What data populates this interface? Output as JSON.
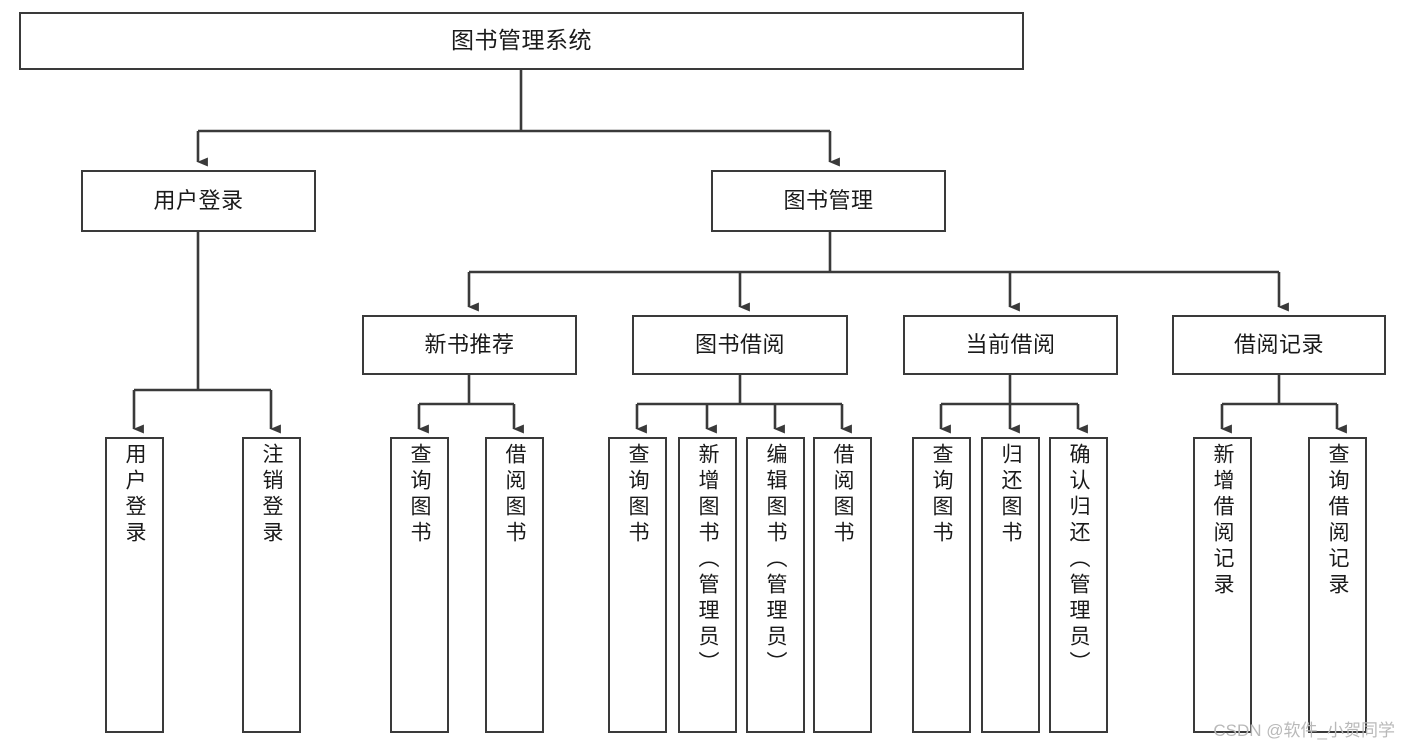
{
  "diagram": {
    "type": "tree-hierarchy",
    "title": "图书管理系统",
    "watermark": "CSDN @软件_小贺同学",
    "colors": {
      "stroke": "#3a3a3a",
      "fill": "#ffffff",
      "text": "#1a1a1a",
      "watermark": "#b9b9b9"
    },
    "nodes": {
      "root": {
        "label": "图书管理系统",
        "orientation": "horizontal"
      },
      "level2": [
        {
          "id": "user-login",
          "label": "用户登录",
          "orientation": "horizontal"
        },
        {
          "id": "book-manage",
          "label": "图书管理",
          "orientation": "horizontal"
        }
      ],
      "level3": [
        {
          "id": "new-book-recommend",
          "label": "新书推荐",
          "orientation": "horizontal"
        },
        {
          "id": "book-borrow",
          "label": "图书借阅",
          "orientation": "horizontal"
        },
        {
          "id": "current-borrow",
          "label": "当前借阅",
          "orientation": "horizontal"
        },
        {
          "id": "borrow-record",
          "label": "借阅记录",
          "orientation": "horizontal"
        }
      ],
      "leaves": [
        {
          "id": "leaf-user-login",
          "label": "用户登录",
          "parent": "user-login",
          "orientation": "vertical"
        },
        {
          "id": "leaf-logout",
          "label": "注销登录",
          "parent": "user-login",
          "orientation": "vertical"
        },
        {
          "id": "leaf-query-book-1",
          "label": "查询图书",
          "parent": "new-book-recommend",
          "orientation": "vertical"
        },
        {
          "id": "leaf-borrow-book-1",
          "label": "借阅图书",
          "parent": "new-book-recommend",
          "orientation": "vertical"
        },
        {
          "id": "leaf-query-book-2",
          "label": "查询图书",
          "parent": "book-borrow",
          "orientation": "vertical"
        },
        {
          "id": "leaf-add-book",
          "label": "新增图书（管理员）",
          "parent": "book-borrow",
          "orientation": "vertical"
        },
        {
          "id": "leaf-edit-book",
          "label": "编辑图书（管理员）",
          "parent": "book-borrow",
          "orientation": "vertical"
        },
        {
          "id": "leaf-borrow-book-2",
          "label": "借阅图书",
          "parent": "book-borrow",
          "orientation": "vertical"
        },
        {
          "id": "leaf-query-book-3",
          "label": "查询图书",
          "parent": "current-borrow",
          "orientation": "vertical"
        },
        {
          "id": "leaf-return-book",
          "label": "归还图书",
          "parent": "current-borrow",
          "orientation": "vertical"
        },
        {
          "id": "leaf-confirm-return",
          "label": "确认归还（管理员）",
          "parent": "current-borrow",
          "orientation": "vertical"
        },
        {
          "id": "leaf-add-record",
          "label": "新增借阅记录",
          "parent": "borrow-record",
          "orientation": "vertical"
        },
        {
          "id": "leaf-query-record",
          "label": "查询借阅记录",
          "parent": "borrow-record",
          "orientation": "vertical"
        }
      ]
    }
  }
}
